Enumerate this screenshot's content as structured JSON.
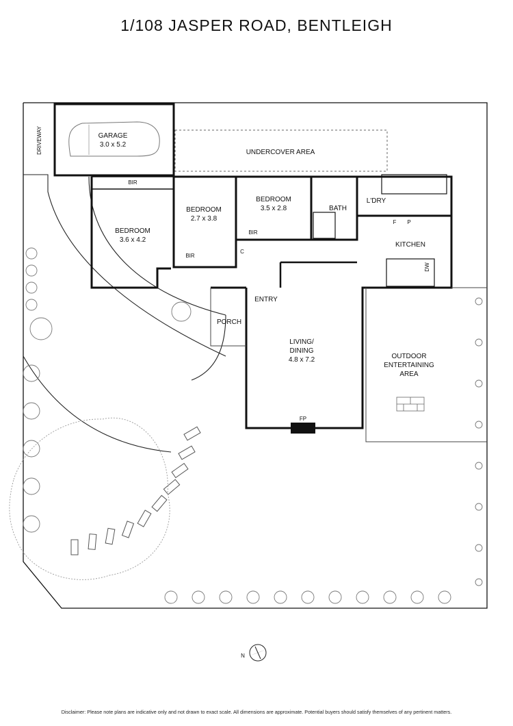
{
  "title": "1/108 JASPER ROAD, BENTLEIGH",
  "rooms": {
    "garage": {
      "name": "GARAGE",
      "dims": "3.0 x 5.2"
    },
    "driveway": "DRIVEWAY",
    "undercover": "UNDERCOVER AREA",
    "bir": "BIR",
    "bedroom1": {
      "name": "BEDROOM",
      "dims": "3.6 x 4.2"
    },
    "bedroom2": {
      "name": "BEDROOM",
      "dims": "2.7 x 3.8"
    },
    "bedroom3": {
      "name": "BEDROOM",
      "dims": "3.5 x 2.8"
    },
    "bath": "BATH",
    "laundry": "L'DRY",
    "fridge": "F",
    "pantry": "P",
    "kitchen": "KITCHEN",
    "dishwasher": "DW",
    "cupboard": "C",
    "entry": "ENTRY",
    "porch": "PORCH",
    "living": {
      "line1": "LIVING/",
      "line2": "DINING",
      "dims": "4.8 x 7.2"
    },
    "fireplace": "FP",
    "outdoor": {
      "line1": "OUTDOOR",
      "line2": "ENTERTAINING",
      "line3": "AREA"
    }
  },
  "compass": "N",
  "disclaimer": "Disclaimer: Please note plans are indicative only and not drawn to exact scale. All dimensions are approximate. Potential buyers should satisfy themselves of any pertinent matters."
}
